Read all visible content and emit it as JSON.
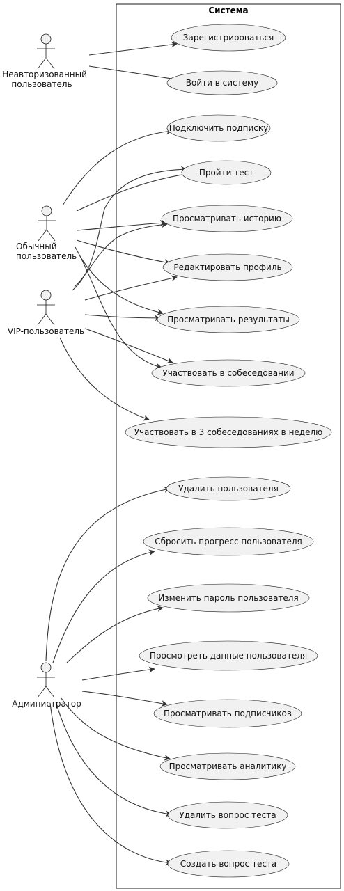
{
  "system": {
    "title": "Система"
  },
  "actors": {
    "guest": [
      "Неавторизованный",
      "пользователь"
    ],
    "regular": [
      "Обычный",
      "пользователь"
    ],
    "vip": [
      "VIP-пользователь"
    ],
    "admin": [
      "Администратор"
    ]
  },
  "use_cases": {
    "register": "Зарегистрироваться",
    "login": "Войти в систему",
    "subscribe": "Подключить подписку",
    "take_test": "Пройти тест",
    "view_history": "Просматривать историю",
    "edit_profile": "Редактировать профиль",
    "view_results": "Просматривать результаты",
    "interview": "Участвовать в собеседовании",
    "interview3": "Участвовать в 3 собеседованиях в неделю",
    "delete_user": "Удалить пользователя",
    "reset_progress": "Сбросить прогресс пользователя",
    "change_password": "Изменить пароль пользователя",
    "view_user_data": "Просмотреть данные пользователя",
    "view_subscribers": "Просматривать подписчиков",
    "view_analytics": "Просматривать аналитику",
    "delete_question": "Удалить вопрос теста",
    "create_question": "Создать вопрос теста"
  }
}
